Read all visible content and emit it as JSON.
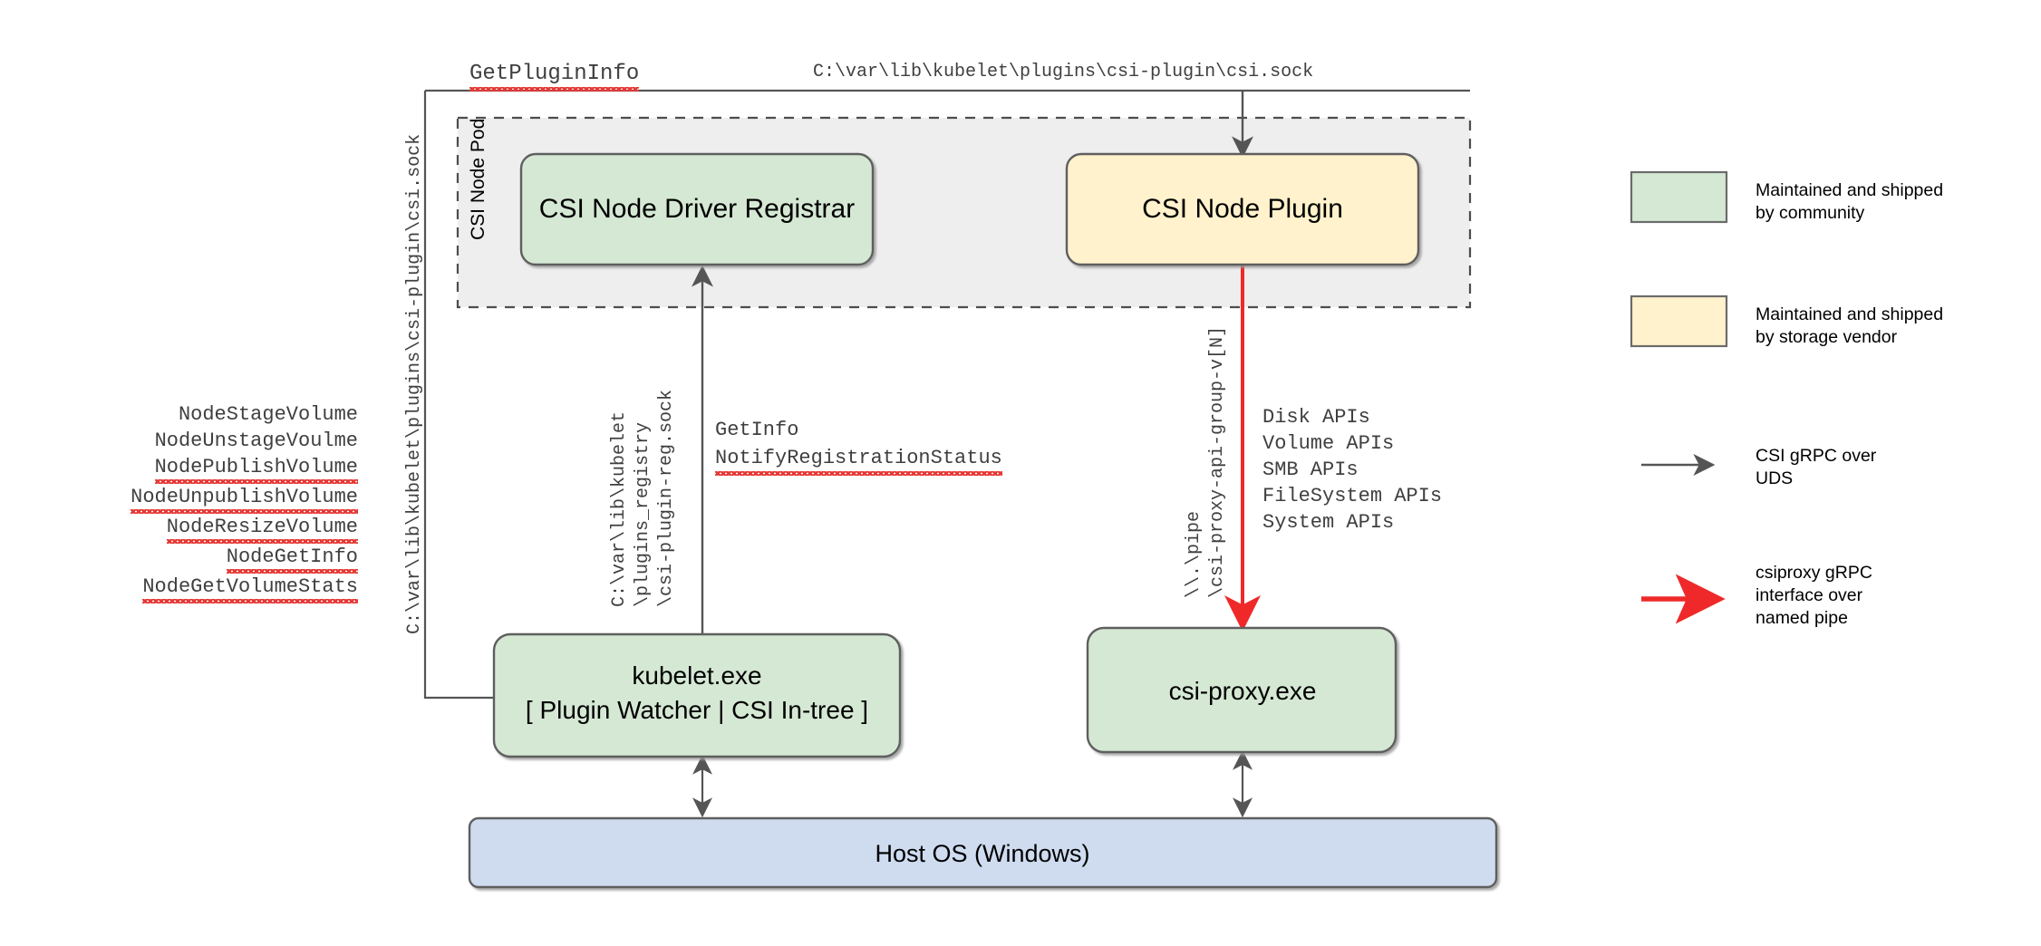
{
  "diagram": {
    "title": "CSI Proxy architecture on Windows",
    "colors": {
      "community_green_fill": "#d5e8d4",
      "vendor_cream_fill": "#fff2cc",
      "host_os_blue_fill": "#cfdcf0",
      "pod_gray_fill": "#eeeeee",
      "stroke_gray": "#666666",
      "arrow_red": "#ef2929",
      "text_black": "#000000",
      "spellcheck_red": "#e53935"
    }
  },
  "pod": {
    "label": "CSI Node Pod",
    "socket_path_top": "C:\\var\\lib\\kubelet\\plugins\\csi-plugin\\csi.sock",
    "boxes": [
      {
        "label": "CSI Node Driver Registrar",
        "kind": "community"
      },
      {
        "label": "CSI Node Plugin",
        "kind": "vendor"
      }
    ]
  },
  "nodes": {
    "kubelet": {
      "line1": "kubelet.exe",
      "line2": "[ Plugin Watcher | CSI In-tree ]"
    },
    "csi_proxy": {
      "label": "csi-proxy.exe"
    },
    "host_os": {
      "label": "Host OS (Windows)"
    }
  },
  "labels": {
    "get_plugin_info": "GetPluginInfo",
    "left_socket_rotated": "C:\\var\\lib\\kubelet\\plugins\\csi-plugin\\csi.sock",
    "registry_rotated": [
      "C:\\var\\lib\\kubelet",
      "\\plugins_registry",
      "\\csi-plugin-reg.sock"
    ],
    "pipe_rotated": [
      "\\\\.\\pipe",
      "\\csi-proxy-api-group-v[N]"
    ],
    "registrar_calls": [
      "GetInfo",
      "NotifyRegistrationStatus"
    ],
    "registrar_calls_spellcheck": [
      false,
      true
    ],
    "node_apis": [
      "NodeStageVolume",
      "NodeUnstageVoulme",
      "NodePublishVolume",
      "NodeUnpublishVolume",
      "NodeResizeVolume",
      "NodeGetInfo",
      "NodeGetVolumeStats"
    ],
    "node_apis_spellcheck": [
      false,
      false,
      true,
      true,
      true,
      true,
      true
    ],
    "proxy_apis": [
      "Disk APIs",
      "Volume APIs",
      "SMB APIs",
      "FileSystem APIs",
      "System APIs"
    ]
  },
  "legend": {
    "items": [
      {
        "type": "swatch",
        "fill": "#d5e8d4",
        "lines": [
          "Maintained and shipped",
          "by community"
        ]
      },
      {
        "type": "swatch",
        "fill": "#fff2cc",
        "lines": [
          "Maintained and shipped",
          "by storage vendor"
        ]
      },
      {
        "type": "arrow",
        "color": "#555555",
        "lines": [
          "CSI gRPC over",
          "UDS"
        ]
      },
      {
        "type": "arrow",
        "color": "#ef2929",
        "lines": [
          "csiproxy gRPC",
          "interface over",
          "named pipe"
        ]
      }
    ]
  }
}
